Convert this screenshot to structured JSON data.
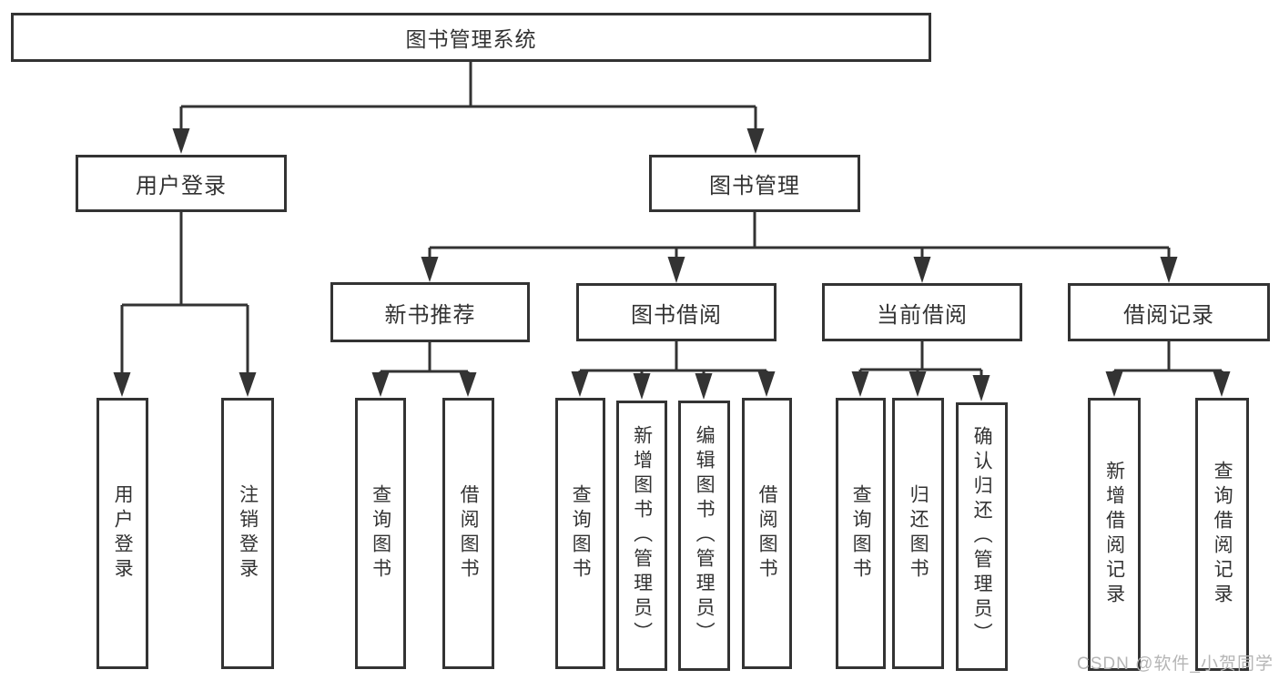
{
  "diagram": {
    "type": "tree",
    "line_color": "#333333",
    "box_background": "#ffffff",
    "nodes": {
      "root": "图书管理系统",
      "user_login": "用户登录",
      "book_mgmt": "图书管理",
      "new_books": "新书推荐",
      "book_borrow": "图书借阅",
      "current_borrow": "当前借阅",
      "borrow_records": "借阅记录",
      "leaf_user_login": "用户登录",
      "leaf_logout": "注销登录",
      "leaf_nb_query": "查询图书",
      "leaf_nb_borrow": "借阅图书",
      "leaf_bb_query": "查询图书",
      "leaf_bb_add": "新增图书（管理员）",
      "leaf_bb_edit": "编辑图书（管理员）",
      "leaf_bb_borrow": "借阅图书",
      "leaf_cb_query": "查询图书",
      "leaf_cb_return": "归还图书",
      "leaf_cb_confirm": "确认归还（管理员）",
      "leaf_br_add": "新增借阅记录",
      "leaf_br_query": "查询借阅记录"
    },
    "edges": [
      "root->user_login",
      "root->book_mgmt",
      "user_login->leaf_user_login",
      "user_login->leaf_logout",
      "book_mgmt->new_books",
      "book_mgmt->book_borrow",
      "book_mgmt->current_borrow",
      "book_mgmt->borrow_records",
      "new_books->leaf_nb_query",
      "new_books->leaf_nb_borrow",
      "book_borrow->leaf_bb_query",
      "book_borrow->leaf_bb_add",
      "book_borrow->leaf_bb_edit",
      "book_borrow->leaf_bb_borrow",
      "current_borrow->leaf_cb_query",
      "current_borrow->leaf_cb_return",
      "current_borrow->leaf_cb_confirm",
      "borrow_records->leaf_br_add",
      "borrow_records->leaf_br_query"
    ]
  },
  "watermark": "CSDN @软件_小贺同学"
}
